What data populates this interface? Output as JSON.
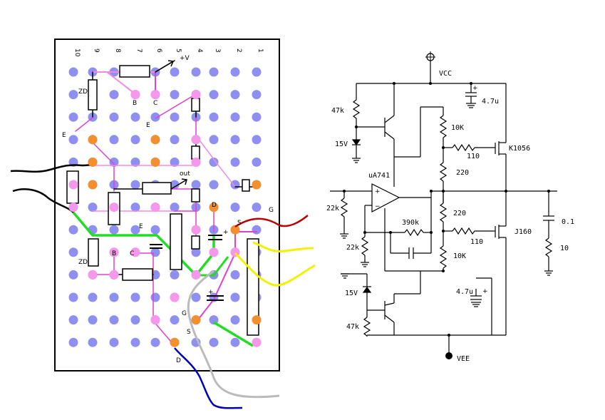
{
  "colors": {
    "board_bg": "#ffffff",
    "hole": "#8f8ff0",
    "pad_orange": "#f29030",
    "pad_pink": "#f597ea",
    "trace_magenta": "#e040d0",
    "trace_pink": "#f08ce0",
    "trace_green": "#22dd22",
    "wire_black": "#000000",
    "wire_red": "#bb0000",
    "wire_yellow": "#f2f200",
    "wire_gray": "#bbbbbb",
    "wire_blue": "#0000bb"
  },
  "board": {
    "column_numbers": [
      "10",
      "9",
      "8",
      "7",
      "6",
      "5",
      "4",
      "3",
      "2",
      "1"
    ],
    "labels": {
      "zd_top": "ZD",
      "zd_bottom": "ZD",
      "b_top": "B",
      "c_top": "C",
      "e_top": "E",
      "e_left": "E",
      "e_mid": "E",
      "plus_v": "+V",
      "out": "out",
      "d_top": "D",
      "s_top": "S",
      "g_top": "G",
      "b_bottom": "B",
      "c_bottom": "C",
      "g_bottom": "G",
      "s_bottom": "S",
      "d_bottom": "D",
      "cap_plus_top": "+",
      "cap_plus_bottom": "+"
    }
  },
  "schematic": {
    "vcc": "VCC",
    "vee": "VEE",
    "opamp": "uA741",
    "opamp_plus": "+",
    "opamp_minus": "−",
    "cap_top_value": "4.7u",
    "cap_top_plus": "+",
    "cap_bottom_value": "4.7u",
    "cap_bottom_plus": "+",
    "r_47k_top": "47k",
    "r_47k_bottom": "47k",
    "zd_15v_top": "15V",
    "zd_15v_bottom": "15V",
    "r_10k_top": "10K",
    "r_10k_bottom": "10K",
    "r_110_top": "110",
    "r_110_bottom": "110",
    "r_220_top": "220",
    "r_220_bottom": "220",
    "r_22k_input": "22k",
    "r_22k_feedback": "22k",
    "r_390k": "390k",
    "mosfet_top": "K1056",
    "mosfet_bottom": "J160",
    "cap_out": "0.1",
    "r_out": "10"
  }
}
